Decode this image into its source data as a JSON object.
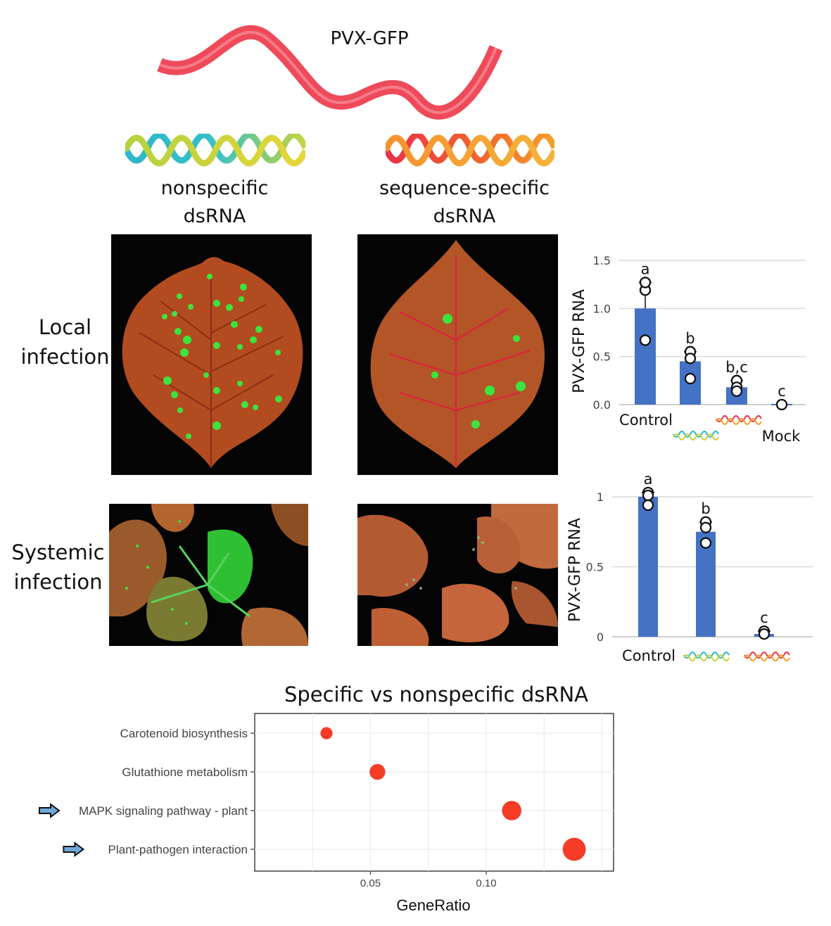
{
  "virus_label": "PVX-GFP",
  "columns": {
    "nonspecific": {
      "line1": "nonspecific",
      "line2": "dsRNA"
    },
    "specific": {
      "line1": "sequence-specific",
      "line2": "dsRNA"
    }
  },
  "rows": {
    "local": {
      "line1": "Local",
      "line2": "infection"
    },
    "systemic": {
      "line1": "Systemic",
      "line2": "infection"
    }
  },
  "colors": {
    "virus": "#ef4a5a",
    "bar": "#4472c4",
    "leaf": "#b74d22",
    "gfp": "#35e23c",
    "dot": "#f42b14"
  },
  "chart_data": [
    {
      "type": "bar",
      "ylabel": "PVX-GFP RNA",
      "categories": [
        "Control",
        "nonspecific dsRNA icon",
        "sequence-specific dsRNA icon",
        "Mock"
      ],
      "category_labels": [
        "Control",
        "",
        "",
        "Mock"
      ],
      "values": [
        1.0,
        0.45,
        0.18,
        0.0
      ],
      "points": [
        [
          1.19,
          1.27,
          0.67
        ],
        [
          0.55,
          0.48,
          0.27
        ],
        [
          0.25,
          0.18,
          0.14
        ],
        [
          0.0
        ]
      ],
      "significance": [
        "a",
        "b",
        "b,c",
        "c"
      ],
      "yticks": [
        "0.0",
        "0.5",
        "1.0",
        "1.5"
      ],
      "ylim": [
        0,
        1.5
      ],
      "grid": true
    },
    {
      "type": "bar",
      "ylabel": "PVX-GFP RNA",
      "categories": [
        "Control",
        "nonspecific dsRNA icon",
        "sequence-specific dsRNA icon"
      ],
      "category_labels": [
        "Control",
        "",
        ""
      ],
      "values": [
        1.0,
        0.75,
        0.02
      ],
      "points": [
        [
          1.03,
          1.01,
          0.94
        ],
        [
          0.82,
          0.78,
          0.67
        ],
        [
          0.04,
          0.02
        ]
      ],
      "significance": [
        "a",
        "b",
        "c"
      ],
      "yticks": [
        "0",
        "0.5",
        "1"
      ],
      "ylim": [
        0,
        1.0
      ],
      "grid": true
    },
    {
      "type": "scatter",
      "title": "Specific vs nonspecific dsRNA",
      "xlabel": "GeneRatio",
      "categories": [
        "Carotenoid biosynthesis",
        "Glutathione metabolism",
        "MAPK signaling pathway - plant",
        "Plant-pathogen interaction"
      ],
      "x": [
        0.031,
        0.053,
        0.111,
        0.138
      ],
      "size": [
        1,
        2,
        3,
        4
      ],
      "highlighted": [
        false,
        false,
        true,
        true
      ],
      "xticks": [
        "0.05",
        "0.10"
      ],
      "xlim": [
        0.0,
        0.155
      ],
      "grid": true
    }
  ]
}
